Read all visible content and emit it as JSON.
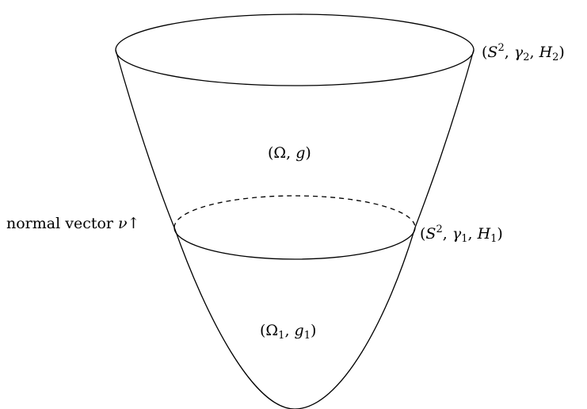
{
  "labels": {
    "top_boundary": {
      "open": "(",
      "S": "S",
      "sup": "2",
      "sep1": ", ",
      "gamma": "γ",
      "gsub": "2",
      "sep2": ", ",
      "H": "H",
      "hsub": "2",
      "close": ")"
    },
    "mid_boundary": {
      "open": "(",
      "S": "S",
      "sup": "2",
      "sep1": ", ",
      "gamma": "γ",
      "gsub": "1",
      "sep2": ", ",
      "H": "H",
      "hsub": "1",
      "close": ")"
    },
    "region_outer": {
      "open": "(Ω, ",
      "g": "g",
      "close": ")"
    },
    "region_inner": {
      "open": "(Ω",
      "sub": "1",
      "sep": ", ",
      "g": "g",
      "gsub": "1",
      "close": ")"
    },
    "normal": {
      "text": "normal vector ",
      "nu": "ν",
      "arrow": "↑"
    }
  }
}
